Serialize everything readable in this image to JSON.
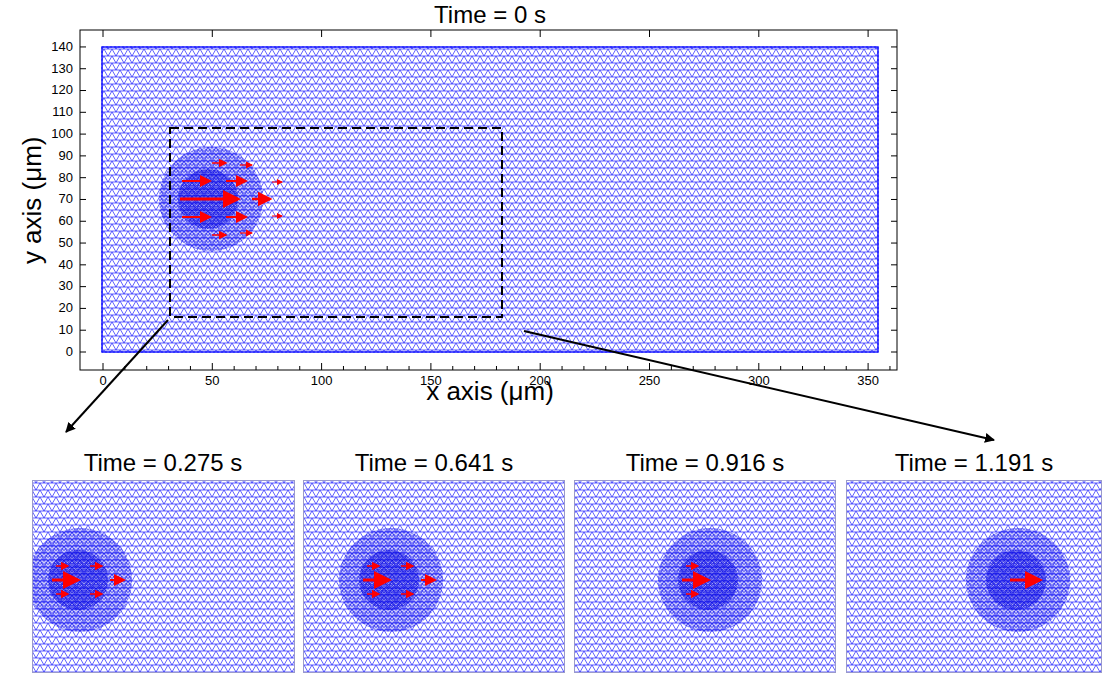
{
  "diagram": {
    "title": "Time = 0 s",
    "labels": [
      "y axis (μm)",
      "x axis (μm)",
      "0",
      "10",
      "20",
      "30",
      "40",
      "50",
      "60",
      "70",
      "80",
      "90",
      "100",
      "110",
      "120",
      "130",
      "140",
      "0",
      "50",
      "100",
      "150",
      "200",
      "250",
      "300",
      "350",
      "Time = 0.275 s",
      "Time = 0.641 s",
      "Time = 0.916 s",
      "Time = 1.191 s"
    ]
  }
}
